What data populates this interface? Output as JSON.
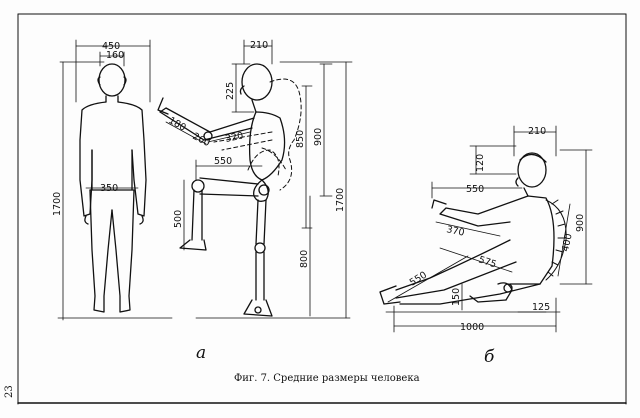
{
  "caption": "Фиг. 7. Средние размеры человека",
  "page_number": "23",
  "labels": {
    "fig_a": "а",
    "fig_b": "б"
  },
  "dims_a": {
    "shoulder_width": "450",
    "head_width": "160",
    "hip_width": "350",
    "height": "1700"
  },
  "dims_side": {
    "head_depth": "210",
    "chin_offset": "225",
    "forearm": "180",
    "upper_arm_a": "260",
    "upper_arm_b": "320",
    "shoulder_height": "850",
    "torso": "900",
    "height": "1700",
    "thigh": "550",
    "shin": "500",
    "leg": "800"
  },
  "dims_b": {
    "head_depth": "210",
    "head_height": "120",
    "reach": "550",
    "arm": "370",
    "shin": "550",
    "body": "575",
    "back": "400",
    "total_height": "900",
    "seat_height": "150",
    "seat_depth": "125",
    "total_length": "1000"
  }
}
